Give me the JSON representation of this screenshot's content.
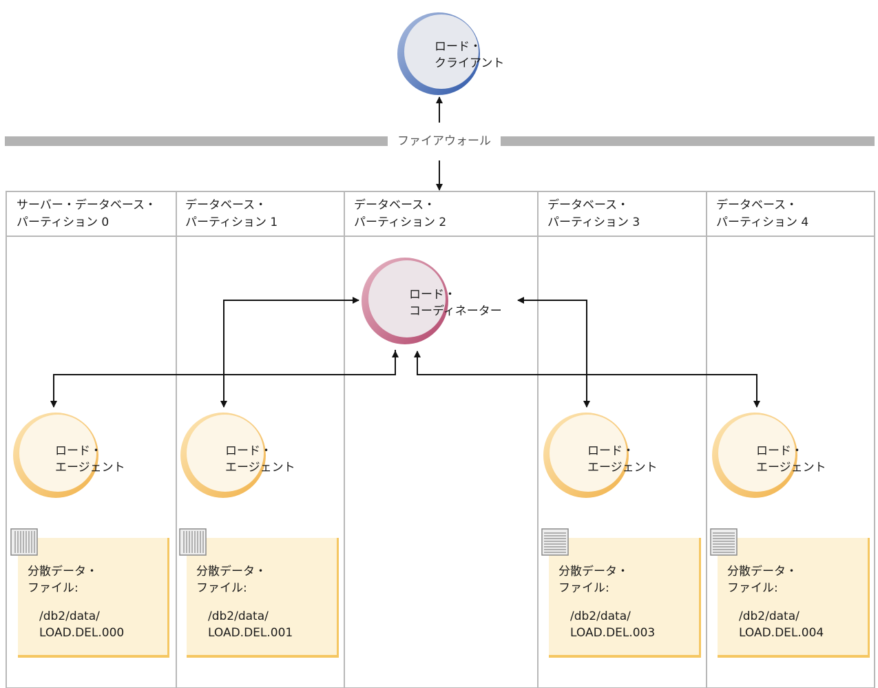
{
  "client": {
    "line1": "ロード・",
    "line2": "クライアント"
  },
  "firewall": {
    "label": "ファイアウォール"
  },
  "partitions": [
    {
      "line1": "サーバー・データベース・",
      "line2": "パーティション 0"
    },
    {
      "line1": "データベース・",
      "line2": "パーティション 1"
    },
    {
      "line1": "データベース・",
      "line2": "パーティション 2"
    },
    {
      "line1": "データベース・",
      "line2": "パーティション 3"
    },
    {
      "line1": "データベース・",
      "line2": "パーティション 4"
    }
  ],
  "coordinator": {
    "line1": "ロード・",
    "line2": "コーディネーター"
  },
  "agent": {
    "line1": "ロード・",
    "line2": "エージェント"
  },
  "files": [
    {
      "line1": "分散データ・",
      "line2": "ファイル:",
      "path1": "/db2/data/",
      "path2": "LOAD.DEL.000"
    },
    {
      "line1": "分散データ・",
      "line2": "ファイル:",
      "path1": "/db2/data/",
      "path2": "LOAD.DEL.001"
    },
    {
      "line1": "分散データ・",
      "line2": "ファイル:",
      "path1": "/db2/data/",
      "path2": "LOAD.DEL.003"
    },
    {
      "line1": "分散データ・",
      "line2": "ファイル:",
      "path1": "/db2/data/",
      "path2": "LOAD.DEL.004"
    }
  ],
  "colors": {
    "client_ring": "#4a6fb5",
    "coordinator_ring": "#c0607e",
    "agent_ring": "#f4c064",
    "file_fill": "#fdf2d6",
    "grid": "#b8b8b8",
    "firewall_bar": "#b3b3b3"
  }
}
